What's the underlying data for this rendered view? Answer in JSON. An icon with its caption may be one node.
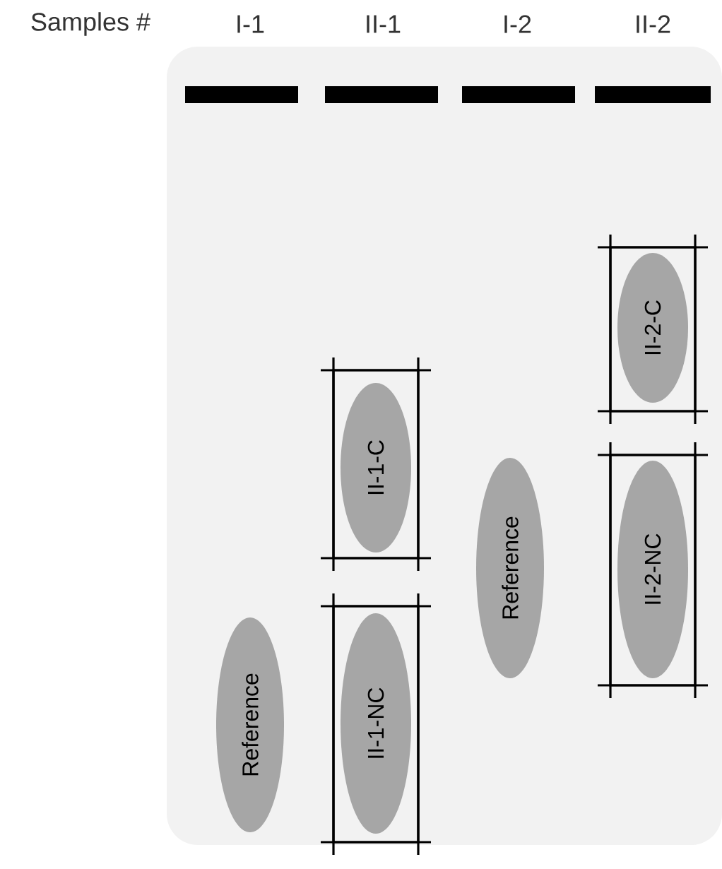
{
  "diagram": {
    "nodes": [
      {
        "text": [],
        "shape": "box"
      },
      {
        "text": [],
        "shape": "bar",
        "in": 0
      },
      {
        "text": [],
        "shape": "bar",
        "in": 0
      },
      {
        "text": [],
        "shape": "bar",
        "in": 0
      },
      {
        "text": [],
        "shape": "bar",
        "in": 0
      },
      {
        "text": [
          "Reference"
        ],
        "in": 0
      },
      {
        "text": [],
        "shape": "box",
        "in": 0
      },
      {
        "text": [
          "II-1-C"
        ],
        "in": 6
      },
      {
        "text": [],
        "shape": "box",
        "in": 0
      },
      {
        "text": [
          "II-1-NC"
        ],
        "in": 8
      },
      {
        "text": [
          "Reference"
        ],
        "in": 0
      },
      {
        "text": [],
        "shape": "box",
        "in": 0
      },
      {
        "text": [
          "II-2-C"
        ],
        "in": 11
      },
      {
        "text": [],
        "shape": "box",
        "in": 0
      },
      {
        "text": [
          "II-2-NC"
        ],
        "in": 13
      }
    ],
    "labels": [
      "Samples #",
      "I-1",
      "II-1",
      "I-2",
      "II-2"
    ]
  }
}
